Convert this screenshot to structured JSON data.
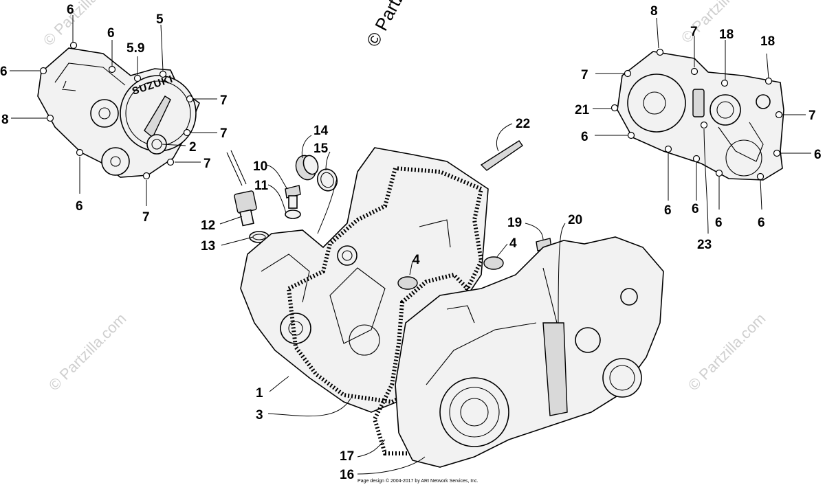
{
  "watermark": {
    "top": "© Partzilla.com",
    "repeat": "© Partzilla.com"
  },
  "footer": "Page design © 2004-2017 by ARI Network Services, Inc.",
  "cover_brand": "SUZUKI",
  "labels": {
    "l6a": "6",
    "l6b": "6",
    "l5": "5",
    "l59": "5.9",
    "l6c": "6",
    "l7a": "7",
    "l8a": "8",
    "l7b": "7",
    "l2": "2",
    "l7c": "7",
    "l6d": "6",
    "l7d": "7",
    "l14": "14",
    "l15": "15",
    "l10": "10",
    "l11": "11",
    "l12": "12",
    "l13": "13",
    "l22": "22",
    "l4a": "4",
    "l4b": "4",
    "l19": "19",
    "l20": "20",
    "l1": "1",
    "l3": "3",
    "l17": "17",
    "l16": "16",
    "l8b": "8",
    "l7e": "7",
    "l18a": "18",
    "l18b": "18",
    "l7f": "7",
    "l21": "21",
    "l7g": "7",
    "l6e": "6",
    "l6f": "6",
    "l6g": "6",
    "l6h": "6",
    "l6i": "6",
    "l6j": "6",
    "l23": "23"
  }
}
